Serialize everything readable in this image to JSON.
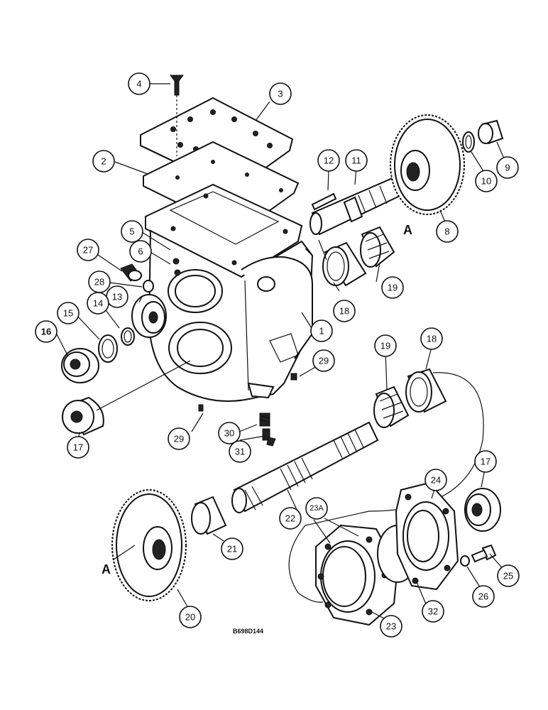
{
  "diagram": {
    "drawing_code": "B698D144",
    "view_marker": "A",
    "callouts": [
      {
        "id": "c1",
        "text": "1"
      },
      {
        "id": "c2",
        "text": "2"
      },
      {
        "id": "c3",
        "text": "3"
      },
      {
        "id": "c4",
        "text": "4"
      },
      {
        "id": "c5",
        "text": "5"
      },
      {
        "id": "c6",
        "text": "6"
      },
      {
        "id": "c8",
        "text": "8"
      },
      {
        "id": "c9",
        "text": "9"
      },
      {
        "id": "c10",
        "text": "10"
      },
      {
        "id": "c11",
        "text": "11"
      },
      {
        "id": "c12",
        "text": "12"
      },
      {
        "id": "c13",
        "text": "13"
      },
      {
        "id": "c14",
        "text": "14"
      },
      {
        "id": "c15",
        "text": "15"
      },
      {
        "id": "c16",
        "text": "16"
      },
      {
        "id": "c17a",
        "text": "17"
      },
      {
        "id": "c17b",
        "text": "17"
      },
      {
        "id": "c18a",
        "text": "18"
      },
      {
        "id": "c18b",
        "text": "18"
      },
      {
        "id": "c19a",
        "text": "19"
      },
      {
        "id": "c19b",
        "text": "19"
      },
      {
        "id": "c20",
        "text": "20"
      },
      {
        "id": "c21",
        "text": "21"
      },
      {
        "id": "c22",
        "text": "22"
      },
      {
        "id": "c23",
        "text": "23"
      },
      {
        "id": "c23A",
        "text": "23A"
      },
      {
        "id": "c24",
        "text": "24"
      },
      {
        "id": "c25",
        "text": "25"
      },
      {
        "id": "c26",
        "text": "26"
      },
      {
        "id": "c27",
        "text": "27"
      },
      {
        "id": "c28",
        "text": "28"
      },
      {
        "id": "c29a",
        "text": "29"
      },
      {
        "id": "c29b",
        "text": "29"
      },
      {
        "id": "c30",
        "text": "30"
      },
      {
        "id": "c31",
        "text": "31"
      },
      {
        "id": "c32",
        "text": "32"
      }
    ]
  }
}
